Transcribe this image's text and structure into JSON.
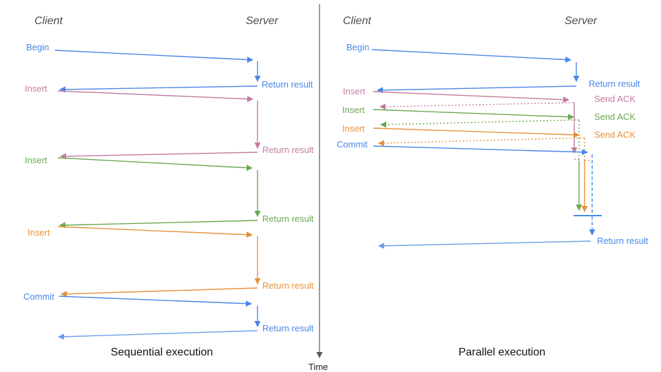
{
  "divider": {
    "label": "Time"
  },
  "colors": {
    "blue": "#4a86e8",
    "light_blue": "#6d9eeb",
    "pink": "#c27ba0",
    "green": "#6aa84f",
    "orange": "#e69138",
    "axis": "#595959",
    "heading": "#4d4d4d",
    "caption": "#111111"
  },
  "sequential": {
    "caption": "Sequential execution",
    "client_header": "Client",
    "server_header": "Server",
    "messages": [
      {
        "label": "Begin",
        "color": "blue",
        "response": "Return result"
      },
      {
        "label": "Insert",
        "color": "pink",
        "response": "Return result"
      },
      {
        "label": "Insert",
        "color": "green",
        "response": "Return result"
      },
      {
        "label": "Insert",
        "color": "orange",
        "response": "Return result"
      },
      {
        "label": "Commit",
        "color": "blue",
        "response": "Return result"
      }
    ]
  },
  "parallel": {
    "caption": "Parallel execution",
    "client_header": "Client",
    "server_header": "Server",
    "messages": [
      {
        "label": "Begin",
        "color": "blue",
        "response": "Return result"
      },
      {
        "label": "Insert",
        "color": "pink",
        "response": "Send ACK"
      },
      {
        "label": "Insert",
        "color": "green",
        "response": "Send ACK"
      },
      {
        "label": "Insert",
        "color": "orange",
        "response": "Send ACK"
      },
      {
        "label": "Commit",
        "color": "blue",
        "response": "Return result"
      }
    ]
  }
}
